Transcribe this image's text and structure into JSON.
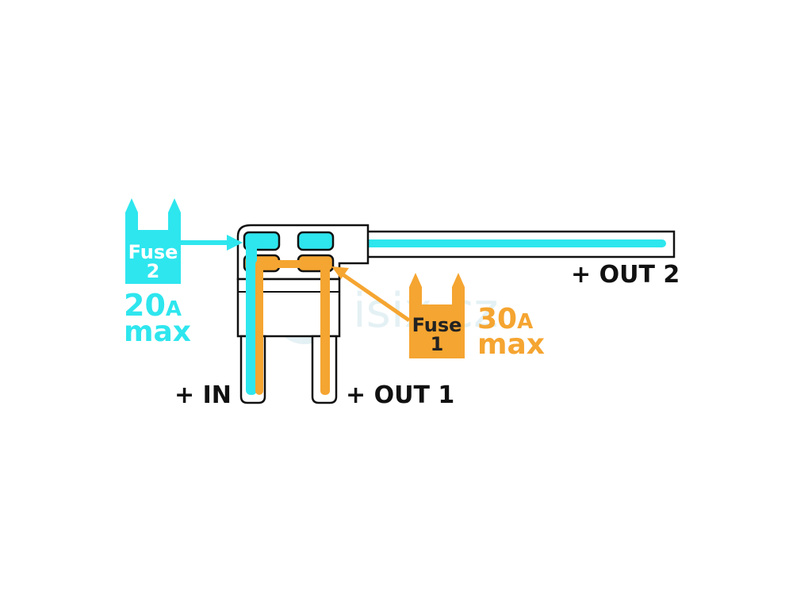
{
  "colors": {
    "cyan": "#2ee6ee",
    "orange": "#f5a531",
    "outline": "#111111",
    "text": "#111111",
    "fuse1_text": "#222222",
    "fuse2_text": "#ffffff",
    "watermark": "#cfe6ec"
  },
  "fuse2": {
    "label_line1": "Fuse",
    "label_line2": "2",
    "rating_number": "20",
    "rating_unit": "A",
    "rating_max": "max",
    "color": "cyan"
  },
  "fuse1": {
    "label_line1": "Fuse",
    "label_line2": "1",
    "rating_number": "30",
    "rating_unit": "A",
    "rating_max": "max",
    "color": "orange"
  },
  "terminals": {
    "in": "+ IN",
    "out1": "+ OUT 1",
    "out2": "+ OUT 2"
  },
  "watermark": {
    "text": "isix.cz"
  },
  "icons": {
    "fuse2_shape": "blade-fuse-icon",
    "fuse1_shape": "blade-fuse-icon",
    "holder": "fuse-tap-holder",
    "wire": "output-wire"
  }
}
